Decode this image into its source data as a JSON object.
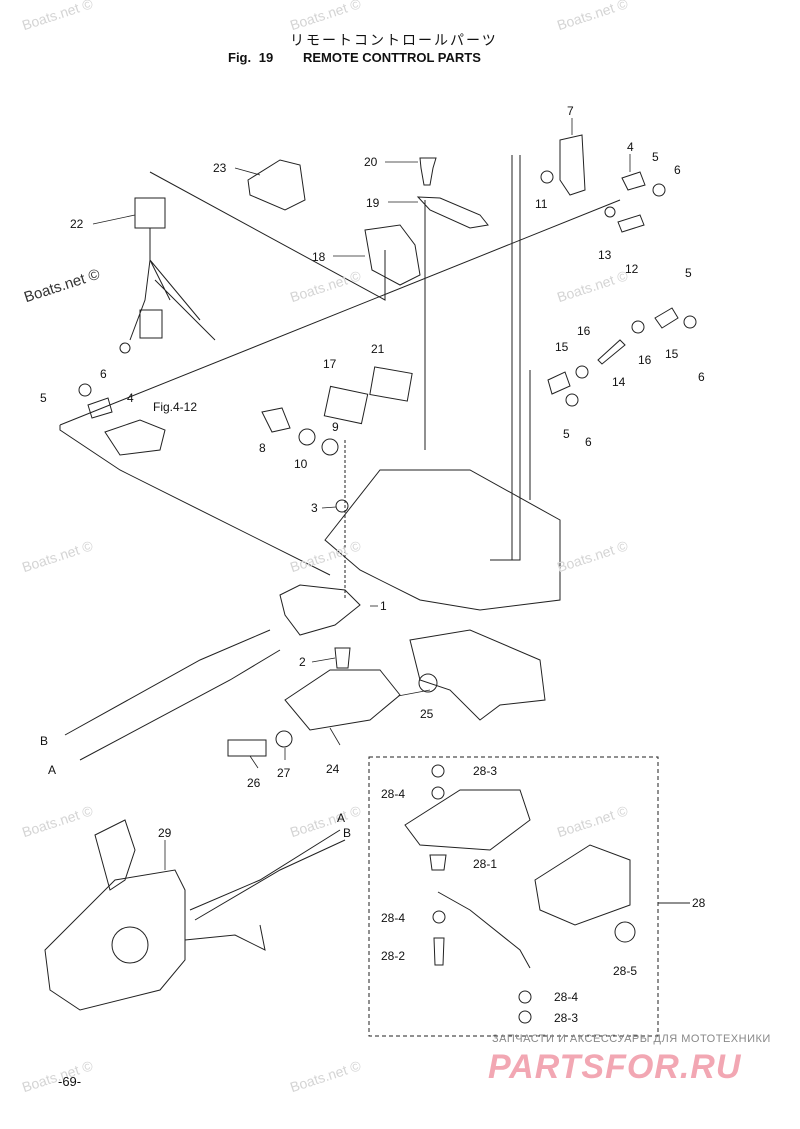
{
  "header": {
    "title_jp": "リモートコントロールパーツ",
    "fig_label": "Fig. 19",
    "title_en": "REMOTE CONTTROL PARTS"
  },
  "watermarks": {
    "text": "Boats.net ©",
    "highlighted": "Boats.net ©"
  },
  "callouts": {
    "p1": "1",
    "p2": "2",
    "p3": "3",
    "p4a": "4",
    "p4b": "4",
    "p5a": "5",
    "p5b": "5",
    "p5c": "5",
    "p5d": "5",
    "p6a": "6",
    "p6b": "6",
    "p6c": "6",
    "p6d": "6",
    "p7": "7",
    "p8": "8",
    "p9": "9",
    "p10": "10",
    "p11": "11",
    "p12": "12",
    "p13": "13",
    "p14": "14",
    "p15a": "15",
    "p15b": "15",
    "p16a": "16",
    "p16b": "16",
    "p17": "17",
    "p18": "18",
    "p19": "19",
    "p20": "20",
    "p21": "21",
    "p22": "22",
    "p23": "23",
    "p24": "24",
    "p25": "25",
    "p26": "26",
    "p27": "27",
    "p28": "28",
    "p28_1": "28-1",
    "p28_2": "28-2",
    "p28_3a": "28-3",
    "p28_3b": "28-3",
    "p28_4a": "28-4",
    "p28_4b": "28-4",
    "p28_4c": "28-4",
    "p28_5": "28-5",
    "p29": "29",
    "fig_ref": "Fig.4-12",
    "cable_a1": "A",
    "cable_b1": "B",
    "cable_a2": "A",
    "cable_b2": "B"
  },
  "footer": {
    "page": "-69-"
  },
  "advert": {
    "tagline": "ЗАПЧАСТИ И АКСЕССУАРЫ ДЛЯ МОТОТЕХНИКИ",
    "logo": "PARTSFOR.RU"
  }
}
